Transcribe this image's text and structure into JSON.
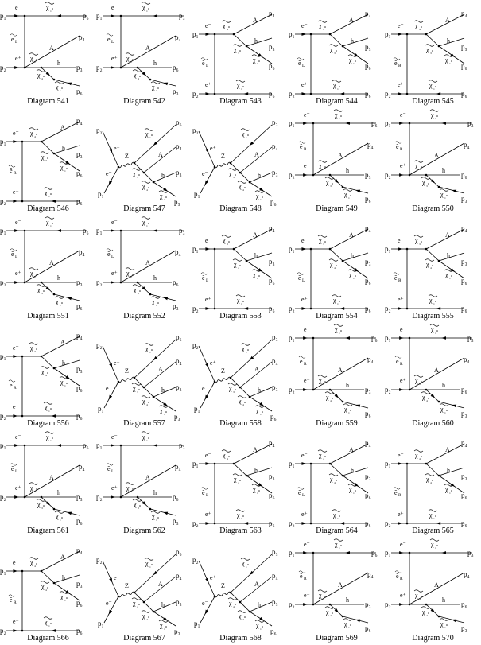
{
  "rows": [
    [
      {
        "caption": "Diagram 541",
        "type": "T",
        "p": [
          "p₁",
          "p₂",
          "p₆",
          "p₄",
          "p₃"
        ],
        "s": [
          "χ̃₁⁰",
          "ẽ_L",
          "χ̃₂⁰",
          "χ̃₄⁰",
          "χ̃₁⁰"
        ]
      },
      {
        "caption": "Diagram 542",
        "type": "T",
        "p": [
          "p₁",
          "p₂",
          "p₃",
          "p₄",
          "p₆"
        ],
        "s": [
          "χ̃₁⁰",
          "ẽ_L",
          "χ̃₂⁰",
          "χ̃₄⁰",
          "χ̃₁⁰"
        ]
      },
      {
        "caption": "Diagram 543",
        "type": "B",
        "p": [
          "p₁",
          "p₂",
          "p₄",
          "p₃",
          "p₆"
        ],
        "s": [
          "χ̃₄⁰",
          "χ̃₃⁰",
          "χ̃₁⁰",
          "ẽ_L",
          "χ̃₁⁰"
        ]
      },
      {
        "caption": "Diagram 544",
        "type": "B",
        "p": [
          "p₁",
          "p₂",
          "p₄",
          "p₃",
          "p₆"
        ],
        "s": [
          "χ̃₄⁰",
          "χ̃₃⁰",
          "χ̃₁⁰",
          "ẽ_L",
          "χ̃₁⁰"
        ]
      },
      {
        "caption": "Diagram 545",
        "type": "B",
        "p": [
          "p₁",
          "p₂",
          "p₄",
          "p₃",
          "p₆"
        ],
        "s": [
          "χ̃₄⁰",
          "χ̃₃⁰",
          "χ̃₁⁰",
          "ẽ_R",
          "χ̃₁⁰"
        ]
      }
    ],
    [
      {
        "caption": "Diagram 546",
        "type": "B",
        "p": [
          "p₁",
          "p₂",
          "p₄",
          "p₃",
          "p₆"
        ],
        "s": [
          "χ̃₄⁰",
          "χ̃₃⁰",
          "χ̃₁⁰",
          "ẽ_R",
          "χ̃₁⁰"
        ]
      },
      {
        "caption": "Diagram 547",
        "type": "S",
        "p": [
          "p₂",
          "p₁",
          "p₆",
          "p₄",
          "p₃"
        ],
        "s": [
          "χ̃₁⁰",
          "χ̃₃⁰",
          "χ̃₄⁰",
          "χ̃₁⁰",
          "Z"
        ]
      },
      {
        "caption": "Diagram 548",
        "type": "S",
        "p": [
          "p₂",
          "p₁",
          "p₃",
          "p₄",
          "p₆"
        ],
        "s": [
          "χ̃₁⁰",
          "χ̃₃⁰",
          "χ̃₄⁰",
          "χ̃₁⁰",
          "Z"
        ]
      },
      {
        "caption": "Diagram 549",
        "type": "T",
        "p": [
          "p₁",
          "p₂",
          "p₆",
          "p₄",
          "p₃"
        ],
        "s": [
          "χ̃₁⁰",
          "ẽ_R",
          "χ̃₄⁰",
          "χ̃₃⁰",
          "χ̃₁⁰"
        ]
      },
      {
        "caption": "Diagram 550",
        "type": "T",
        "p": [
          "p₁",
          "p₂",
          "p₃",
          "p₄",
          "p₆"
        ],
        "s": [
          "χ̃₁⁰",
          "ẽ_R",
          "χ̃₄⁰",
          "χ̃₃⁰",
          "χ̃₁⁰"
        ]
      }
    ],
    [
      {
        "caption": "Diagram 551",
        "type": "T",
        "p": [
          "p₁",
          "p₂",
          "p₆",
          "p₄",
          "p₃"
        ],
        "s": [
          "χ̃₁⁰",
          "ẽ_L",
          "χ̃₂⁰",
          "χ̃₃⁰",
          "χ̃₁⁰"
        ]
      },
      {
        "caption": "Diagram 552",
        "type": "T",
        "p": [
          "p₁",
          "p₂",
          "p₃",
          "p₄",
          "p₆"
        ],
        "s": [
          "χ̃₁⁰",
          "ẽ_L",
          "χ̃₂⁰",
          "χ̃₃⁰",
          "χ̃₁⁰"
        ]
      },
      {
        "caption": "Diagram 553",
        "type": "B",
        "p": [
          "p₁",
          "p₂",
          "p₄",
          "p₃",
          "p₆"
        ],
        "s": [
          "χ̃₃⁰",
          "χ̃₄⁰",
          "χ̃₁⁰",
          "ẽ_L",
          "χ̃₁⁰"
        ]
      },
      {
        "caption": "Diagram 554",
        "type": "B",
        "p": [
          "p₁",
          "p₂",
          "p₄",
          "p₃",
          "p₆"
        ],
        "s": [
          "χ̃₃⁰",
          "χ̃₄⁰",
          "χ̃₁⁰",
          "ẽ_L",
          "χ̃₁⁰"
        ]
      },
      {
        "caption": "Diagram 555",
        "type": "B",
        "p": [
          "p₁",
          "p₂",
          "p₄",
          "p₃",
          "p₆"
        ],
        "s": [
          "χ̃₃⁰",
          "χ̃₄⁰",
          "χ̃₁⁰",
          "ẽ_R",
          "χ̃₁⁰"
        ]
      }
    ],
    [
      {
        "caption": "Diagram 556",
        "type": "B",
        "p": [
          "p₁",
          "p₂",
          "p₄",
          "p₃",
          "p₆"
        ],
        "s": [
          "χ̃₃⁰",
          "χ̃₄⁰",
          "χ̃₁⁰",
          "ẽ_R",
          "χ̃₁⁰"
        ]
      },
      {
        "caption": "Diagram 557",
        "type": "S",
        "p": [
          "p₂",
          "p₁",
          "p₆",
          "p₄",
          "p₃"
        ],
        "s": [
          "χ̃₁⁰",
          "χ̃₃⁰",
          "χ̃₄⁰",
          "χ̃₁⁰",
          "Z"
        ]
      },
      {
        "caption": "Diagram 558",
        "type": "S",
        "p": [
          "p₂",
          "p₁",
          "p₃",
          "p₄",
          "p₆"
        ],
        "s": [
          "χ̃₁⁰",
          "χ̃₃⁰",
          "χ̃₄⁰",
          "χ̃₁⁰",
          "Z"
        ]
      },
      {
        "caption": "Diagram 559",
        "type": "T",
        "p": [
          "p₁",
          "p₂",
          "p₆",
          "p₄",
          "p₃"
        ],
        "s": [
          "χ̃₁⁰",
          "ẽ_R",
          "χ̃₃⁰",
          "χ̃₄⁰",
          "χ̃₁⁰"
        ]
      },
      {
        "caption": "Diagram 560",
        "type": "T",
        "p": [
          "p₁",
          "p₂",
          "p₃",
          "p₄",
          "p₆"
        ],
        "s": [
          "χ̃₁⁰",
          "ẽ_R",
          "χ̃₃⁰",
          "χ̃₄⁰",
          "χ̃₁⁰"
        ]
      }
    ],
    [
      {
        "caption": "Diagram 561",
        "type": "T",
        "p": [
          "p₁",
          "p₂",
          "p₆",
          "p₄",
          "p₃"
        ],
        "s": [
          "χ̃₁⁰",
          "ẽ_L",
          "χ̃₃⁰",
          "χ̃₃⁰",
          "χ̃₁⁰"
        ]
      },
      {
        "caption": "Diagram 562",
        "type": "T",
        "p": [
          "p₁",
          "p₂",
          "p₃",
          "p₄",
          "p₆"
        ],
        "s": [
          "χ̃₁⁰",
          "ẽ_L",
          "χ̃₃⁰",
          "χ̃₃⁰",
          "χ̃₁⁰"
        ]
      },
      {
        "caption": "Diagram 563",
        "type": "B",
        "p": [
          "p₁",
          "p₂",
          "p₄",
          "p₃",
          "p₆"
        ],
        "s": [
          "χ̃₄⁰",
          "χ̃₄⁰",
          "χ̃₁⁰",
          "ẽ_L",
          "χ̃₁⁰"
        ]
      },
      {
        "caption": "Diagram 564",
        "type": "B",
        "p": [
          "p₁",
          "p₂",
          "p₄",
          "p₃",
          "p₆"
        ],
        "s": [
          "χ̃₄⁰",
          "χ̃₄⁰",
          "χ̃₁⁰",
          "ẽ_L",
          "χ̃₁⁰"
        ]
      },
      {
        "caption": "Diagram 565",
        "type": "B",
        "p": [
          "p₁",
          "p₂",
          "p₄",
          "p₃",
          "p₆"
        ],
        "s": [
          "χ̃₄⁰",
          "χ̃₄⁰",
          "χ̃₁⁰",
          "ẽ_R",
          "χ̃₁⁰"
        ]
      }
    ],
    [
      {
        "caption": "Diagram 566",
        "type": "B",
        "p": [
          "p₁",
          "p₂",
          "p₄",
          "p₃",
          "p₆"
        ],
        "s": [
          "χ̃₄⁰",
          "χ̃₄⁰",
          "χ̃₁⁰",
          "ẽ_R",
          "χ̃₁⁰"
        ]
      },
      {
        "caption": "Diagram 567",
        "type": "S",
        "p": [
          "p₂",
          "p₁",
          "p₆",
          "p₄",
          "p₃"
        ],
        "s": [
          "χ̃₁⁰",
          "χ̃₄⁰",
          "χ̃₄⁰",
          "χ̃₁⁰",
          "Z"
        ]
      },
      {
        "caption": "Diagram 568",
        "type": "S",
        "p": [
          "p₂",
          "p₁",
          "p₃",
          "p₄",
          "p₆"
        ],
        "s": [
          "χ̃₁⁰",
          "χ̃₄⁰",
          "χ̃₄⁰",
          "χ̃₁⁰",
          "Z"
        ]
      },
      {
        "caption": "Diagram 569",
        "type": "T",
        "p": [
          "p₁",
          "p₂",
          "p₆",
          "p₄",
          "p₃"
        ],
        "s": [
          "χ̃₁⁰",
          "ẽ_R",
          "χ̃₄⁰",
          "χ̃₄⁰",
          "χ̃₁⁰"
        ]
      },
      {
        "caption": "Diagram 570",
        "type": "T",
        "p": [
          "p₁",
          "p₂",
          "p₃",
          "p₄",
          "p₆"
        ],
        "s": [
          "χ̃₁⁰",
          "ẽ_R",
          "χ̃₄⁰",
          "χ̃₄⁰",
          "χ̃₁⁰"
        ]
      }
    ]
  ],
  "labels": {
    "e_minus": "e⁻",
    "e_plus": "e⁺",
    "higgs_A": "A",
    "higgs_h": "h"
  }
}
